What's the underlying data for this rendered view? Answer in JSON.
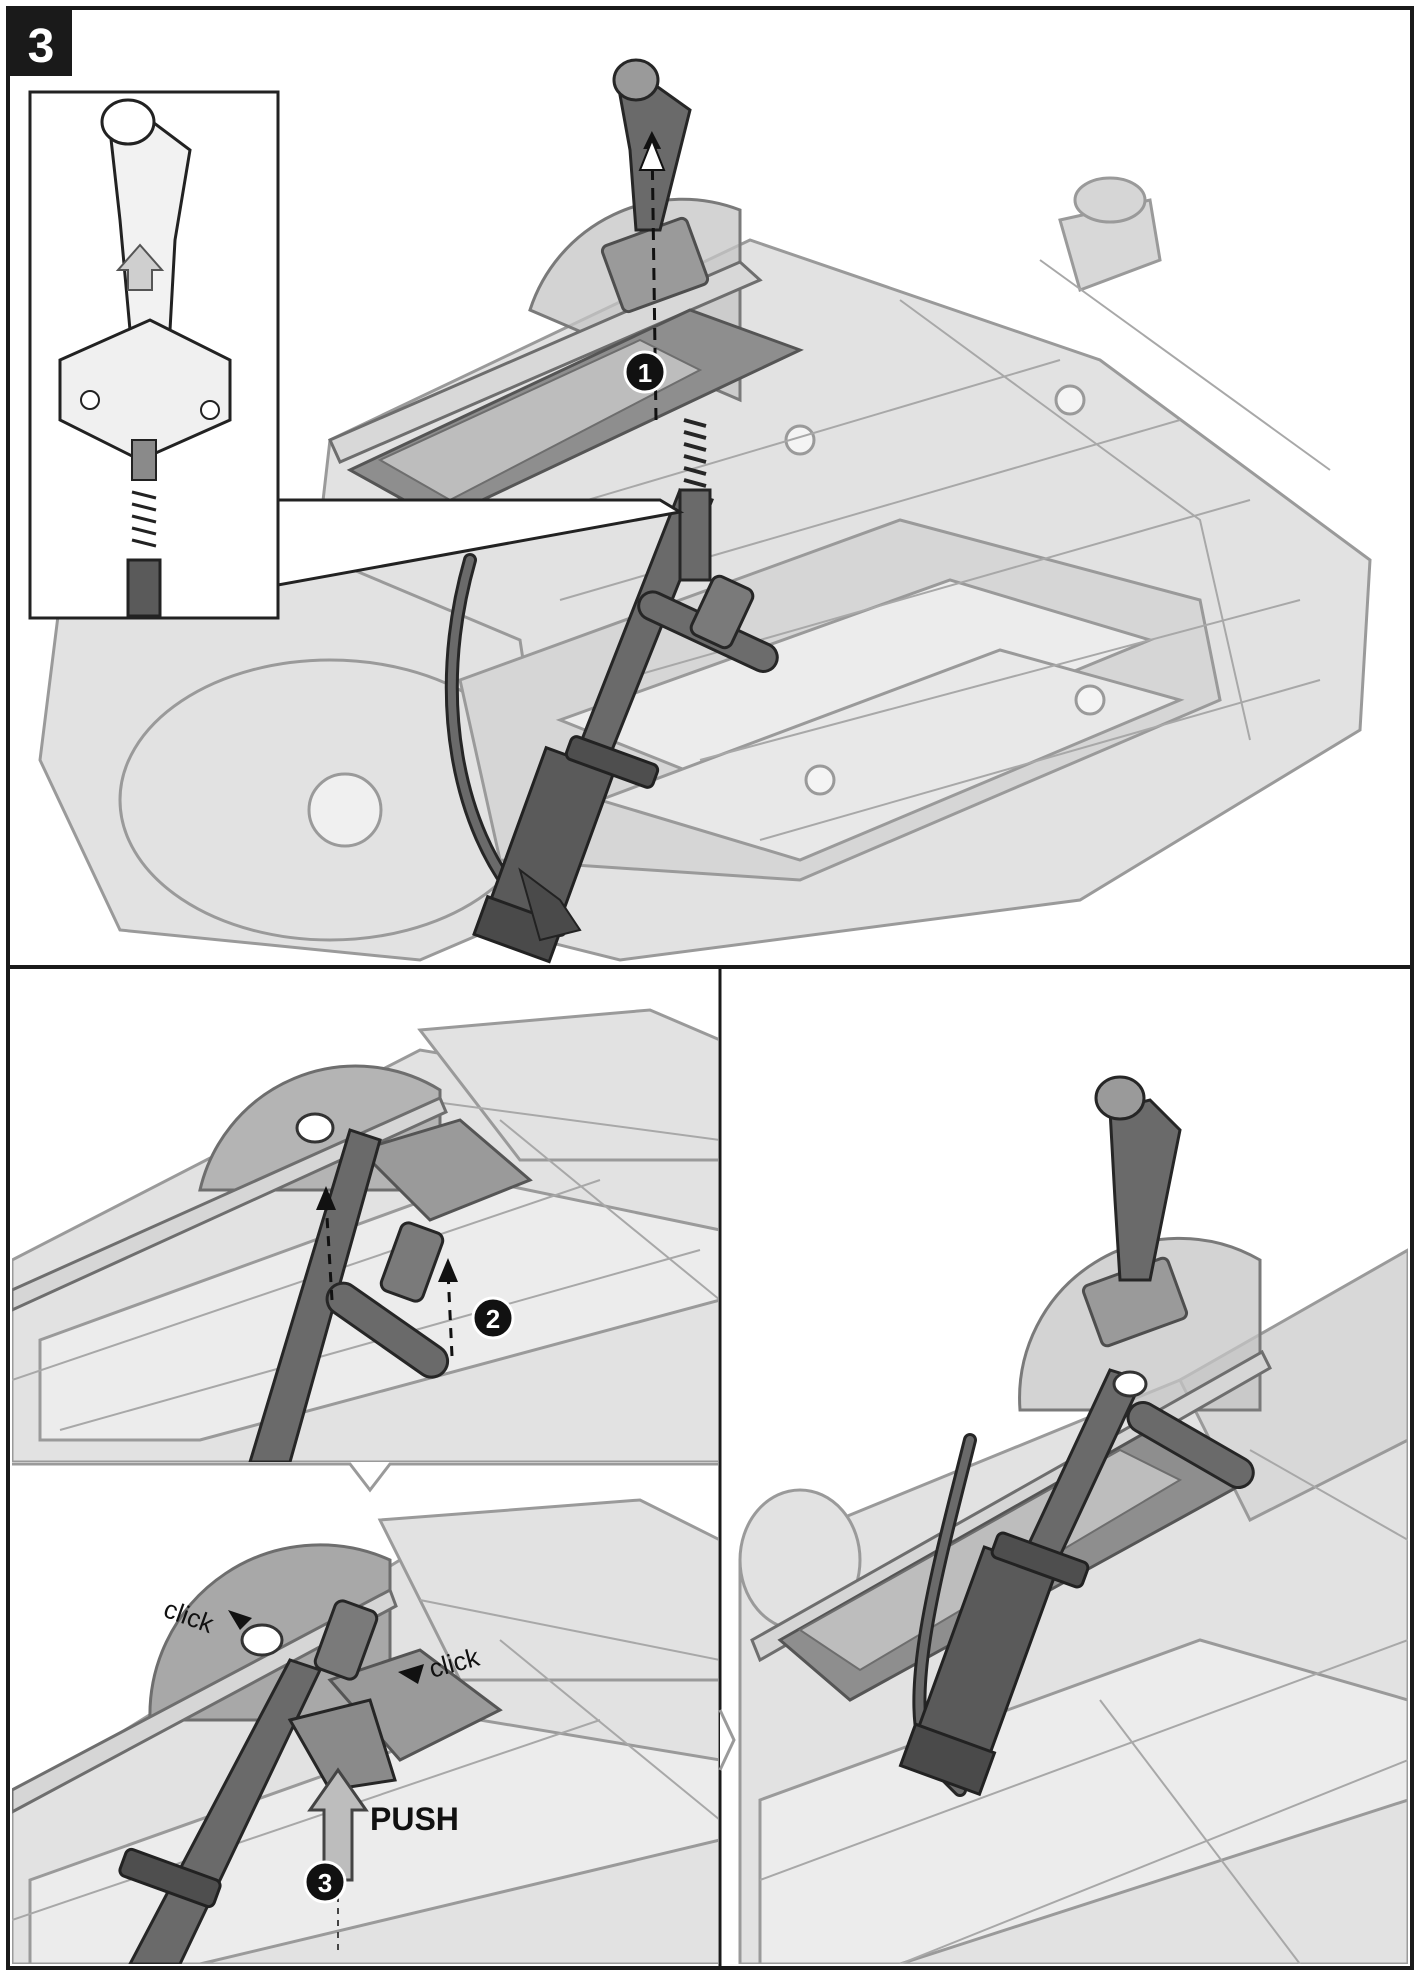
{
  "figure": {
    "step_number": "3",
    "callout_1": "1",
    "callout_2": "2",
    "callout_3": "3",
    "click_label_1": "click",
    "click_label_2": "click",
    "push_label": "PUSH"
  },
  "colors": {
    "frame": "#1a1a1a",
    "part_fill": "#e2e2e2",
    "part_stroke": "#9a9a9a",
    "hose": "#5c5c5c",
    "hose_stroke": "#262626",
    "shield": "#b4b4b4",
    "callout_bg": "#111111"
  }
}
